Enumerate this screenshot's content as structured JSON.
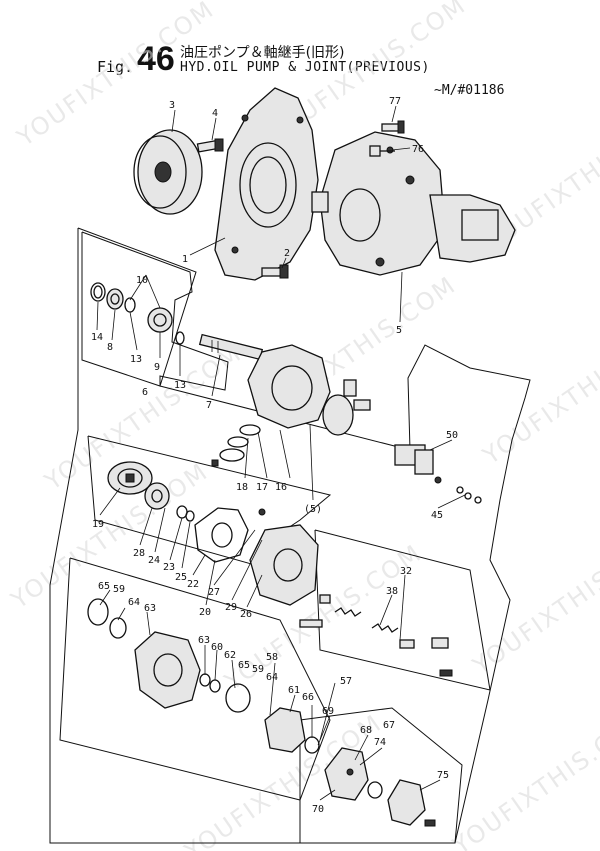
{
  "header": {
    "fig_prefix": "Fig.",
    "fig_number": "46",
    "title_jp": "油圧ポンプ＆軸継手(旧形)",
    "title_en": "HYD.OIL PUMP & JOINT(PREVIOUS)",
    "serial": "~M/#01186"
  },
  "watermark": "YOUFIXTHIS.COM",
  "callouts": {
    "c1": "1",
    "c2": "2",
    "c3": "3",
    "c4": "4",
    "c5": "5",
    "c5b": "(5)",
    "c6": "6",
    "c7": "7",
    "c8": "8",
    "c9": "9",
    "c10": "10",
    "c13a": "13",
    "c13b": "13",
    "c14": "14",
    "c16": "16",
    "c17": "17",
    "c18": "18",
    "c19": "19",
    "c20": "20",
    "c22": "22",
    "c23": "23",
    "c24": "24",
    "c25": "25",
    "c26": "26",
    "c27": "27",
    "c28": "28",
    "c29": "29",
    "c32": "32",
    "c38": "38",
    "c45": "45",
    "c50": "50",
    "c57": "57",
    "c58": "58",
    "c59a": "59",
    "c59b": "59",
    "c60": "60",
    "c61": "61",
    "c62": "62",
    "c63a": "63",
    "c63b": "63",
    "c64a": "64",
    "c64b": "64",
    "c65a": "65",
    "c65b": "65",
    "c66": "66",
    "c67": "67",
    "c68": "68",
    "c69": "69",
    "c70": "70",
    "c74": "74",
    "c75": "75",
    "c76": "76",
    "c77": "77"
  }
}
